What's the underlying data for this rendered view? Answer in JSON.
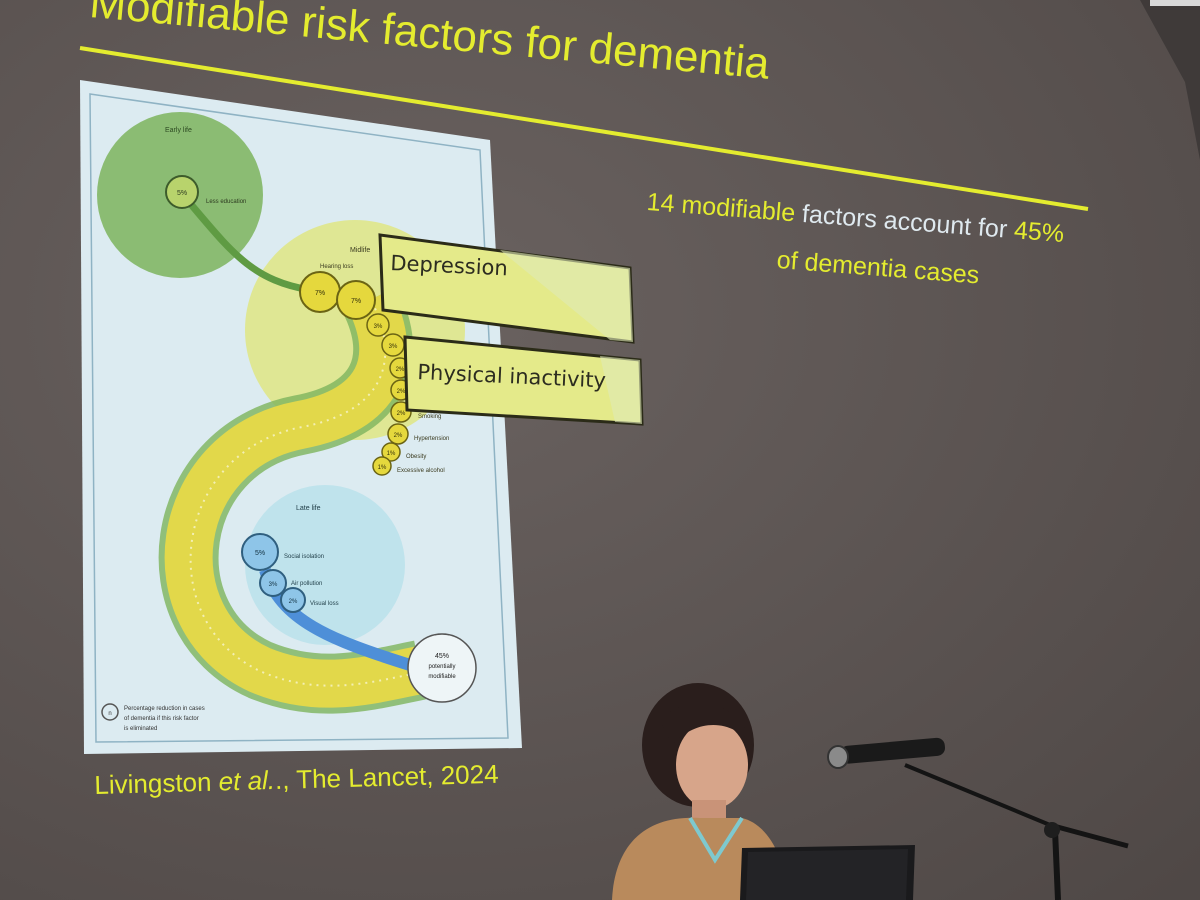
{
  "slide": {
    "title": "Modifiable risk factors for dementia",
    "claim_line1_part1": "14 modifiable",
    "claim_line1_part2": "factors account for",
    "claim_line1_part3": "45%",
    "claim_line2": "of dementia cases",
    "citation_author": "Livingston",
    "citation_etal": "et al.",
    "citation_rest": "., The Lancet, 2024"
  },
  "figure": {
    "early_life": {
      "label": "Early life",
      "factors": [
        {
          "pct": "5%",
          "name": "Less education"
        }
      ]
    },
    "midlife": {
      "label": "Midlife",
      "factors": [
        {
          "pct": "7%",
          "name": "Hearing loss"
        },
        {
          "pct": "7%",
          "name": ""
        },
        {
          "pct": "3%",
          "name": ""
        },
        {
          "pct": "3%",
          "name": ""
        },
        {
          "pct": "2%",
          "name": ""
        },
        {
          "pct": "2%",
          "name": ""
        },
        {
          "pct": "2%",
          "name": "Smoking"
        },
        {
          "pct": "2%",
          "name": "Hypertension"
        },
        {
          "pct": "1%",
          "name": "Obesity"
        },
        {
          "pct": "1%",
          "name": "Excessive alcohol"
        }
      ]
    },
    "late_life": {
      "label": "Late life",
      "factors": [
        {
          "pct": "5%",
          "name": "Social isolation"
        },
        {
          "pct": "3%",
          "name": "Air pollution"
        },
        {
          "pct": "2%",
          "name": "Visual loss"
        }
      ]
    },
    "total": {
      "pct": "45%",
      "line1": "potentially",
      "line2": "modifiable"
    },
    "legend": {
      "symbol": "n",
      "line1": "Percentage reduction in cases",
      "line2": "of dementia if this risk factor",
      "line3": "is eliminated"
    },
    "callouts": {
      "depression": "Depression",
      "physical_inactivity": "Physical inactivity"
    }
  },
  "colors": {
    "title_yellow": "#e4ec2f",
    "highlight_white": "#dfe9ef",
    "early_life_green": "#7db45d",
    "midlife_yellow": "#dfe78a",
    "late_life_blue": "#bfe3ec",
    "ribbon_yellow": "#e2d84a",
    "late_ribbon_blue": "#4e8fd8"
  }
}
